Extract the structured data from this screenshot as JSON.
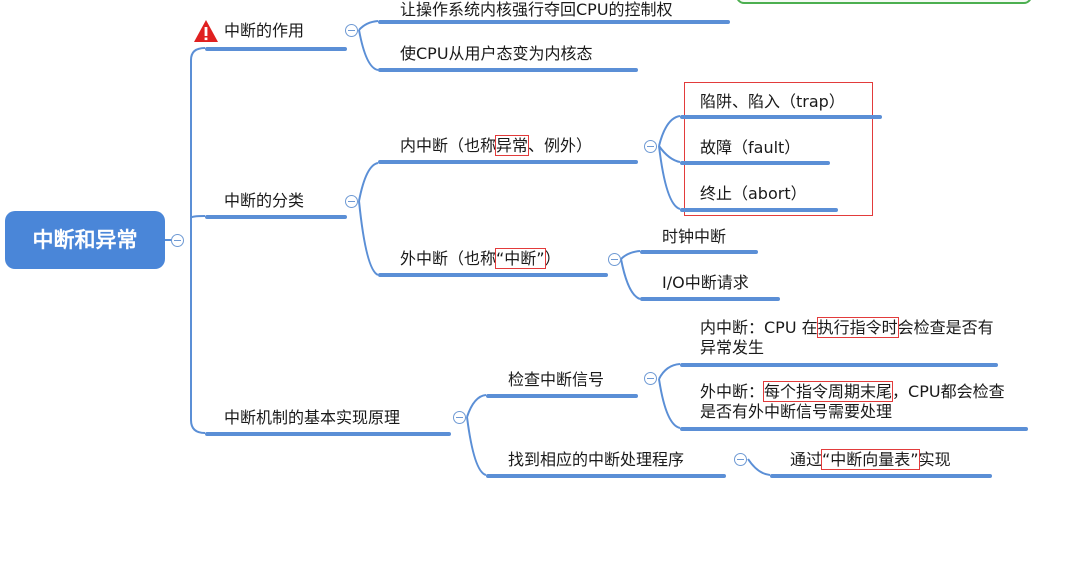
{
  "root": "中断和异常",
  "branches": {
    "function": {
      "label": "中断的作用",
      "icon": "warning-icon",
      "children": [
        "让操作系统内核强行夺回CPU的控制权",
        "使CPU从用户态变为内核态"
      ]
    },
    "classification": {
      "label": "中断的分类",
      "internal": {
        "pre": "内中断（也称",
        "highlight": "异常",
        "post": "、例外）",
        "children": [
          "陷阱、陷入（trap）",
          "故障（fault）",
          "终止（abort）"
        ]
      },
      "external": {
        "pre": "外中断（也称",
        "highlight": "“中断”",
        "post": "）",
        "children": [
          "时钟中断",
          "I/O中断请求"
        ]
      }
    },
    "mechanism": {
      "label": "中断机制的基本实现原理",
      "check": {
        "label": "检查中断信号",
        "internal_note": {
          "pre": "内中断：CPU 在",
          "highlight": "执行指令时",
          "post": "会检查是否有异常发生"
        },
        "external_note": {
          "pre": "外中断：",
          "highlight": "每个指令周期末尾",
          "post": "，CPU都会检查是否有外中断信号需要处理"
        }
      },
      "find": {
        "label": "找到相应的中断处理程序",
        "child": {
          "pre": "通过",
          "highlight": "“中断向量表”",
          "post": "实现"
        }
      }
    }
  },
  "colors": {
    "accent": "#4a86d8",
    "line": "#5b8fd6",
    "highlight": "#e23b3b",
    "warning": "#e02020"
  }
}
